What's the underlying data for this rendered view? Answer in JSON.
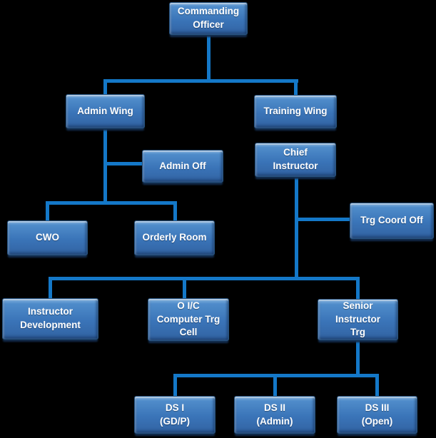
{
  "colors": {
    "background": "#000000",
    "connector_blue": "#1478c8",
    "node_border": "#24517e",
    "node_gradient_top": "#85b3e0",
    "node_gradient_upper": "#4f8cca",
    "node_gradient_lower": "#3a74b8",
    "node_gradient_bottom": "#3263a2",
    "node_shadow": "#122c4e",
    "node_text": "#ffffff"
  },
  "nodes": {
    "commanding_officer": {
      "label": "Commanding\nOfficer"
    },
    "admin_wing": {
      "label": "Admin Wing"
    },
    "training_wing": {
      "label": "Training Wing"
    },
    "admin_off": {
      "label": "Admin Off"
    },
    "chief_instructor": {
      "label": "Chief\nInstructor"
    },
    "cwo": {
      "label": "CWO"
    },
    "orderly_room": {
      "label": "Orderly Room"
    },
    "trg_coord_off": {
      "label": "Trg Coord Off"
    },
    "instructor_development": {
      "label": "Instructor\nDevelopment"
    },
    "oic_computer_trg_cell": {
      "label": "O I/C\nComputer Trg\nCell"
    },
    "senior_instructor_trg": {
      "label": "Senior\nInstructor\nTrg"
    },
    "ds_i": {
      "label": "DS I\n(GD/P)"
    },
    "ds_ii": {
      "label": "DS II\n(Admin)"
    },
    "ds_iii": {
      "label": "DS III\n(Open)"
    }
  },
  "hierarchy": {
    "edges": [
      {
        "from": "Commanding Officer",
        "to": "Admin Wing"
      },
      {
        "from": "Commanding Officer",
        "to": "Training Wing"
      },
      {
        "from": "Admin Wing",
        "to": "Admin Off"
      },
      {
        "from": "Admin Wing",
        "to": "CWO"
      },
      {
        "from": "Admin Wing",
        "to": "Orderly Room"
      },
      {
        "from": "Training Wing",
        "to": "Chief Instructor"
      },
      {
        "from": "Chief Instructor",
        "to": "Trg Coord Off"
      },
      {
        "from": "Chief Instructor",
        "to": "Instructor Development"
      },
      {
        "from": "Chief Instructor",
        "to": "O I/C Computer Trg Cell"
      },
      {
        "from": "Chief Instructor",
        "to": "Senior Instructor Trg"
      },
      {
        "from": "Senior Instructor Trg",
        "to": "DS I (GD/P)"
      },
      {
        "from": "Senior Instructor Trg",
        "to": "DS II (Admin)"
      },
      {
        "from": "Senior Instructor Trg",
        "to": "DS III (Open)"
      }
    ]
  }
}
